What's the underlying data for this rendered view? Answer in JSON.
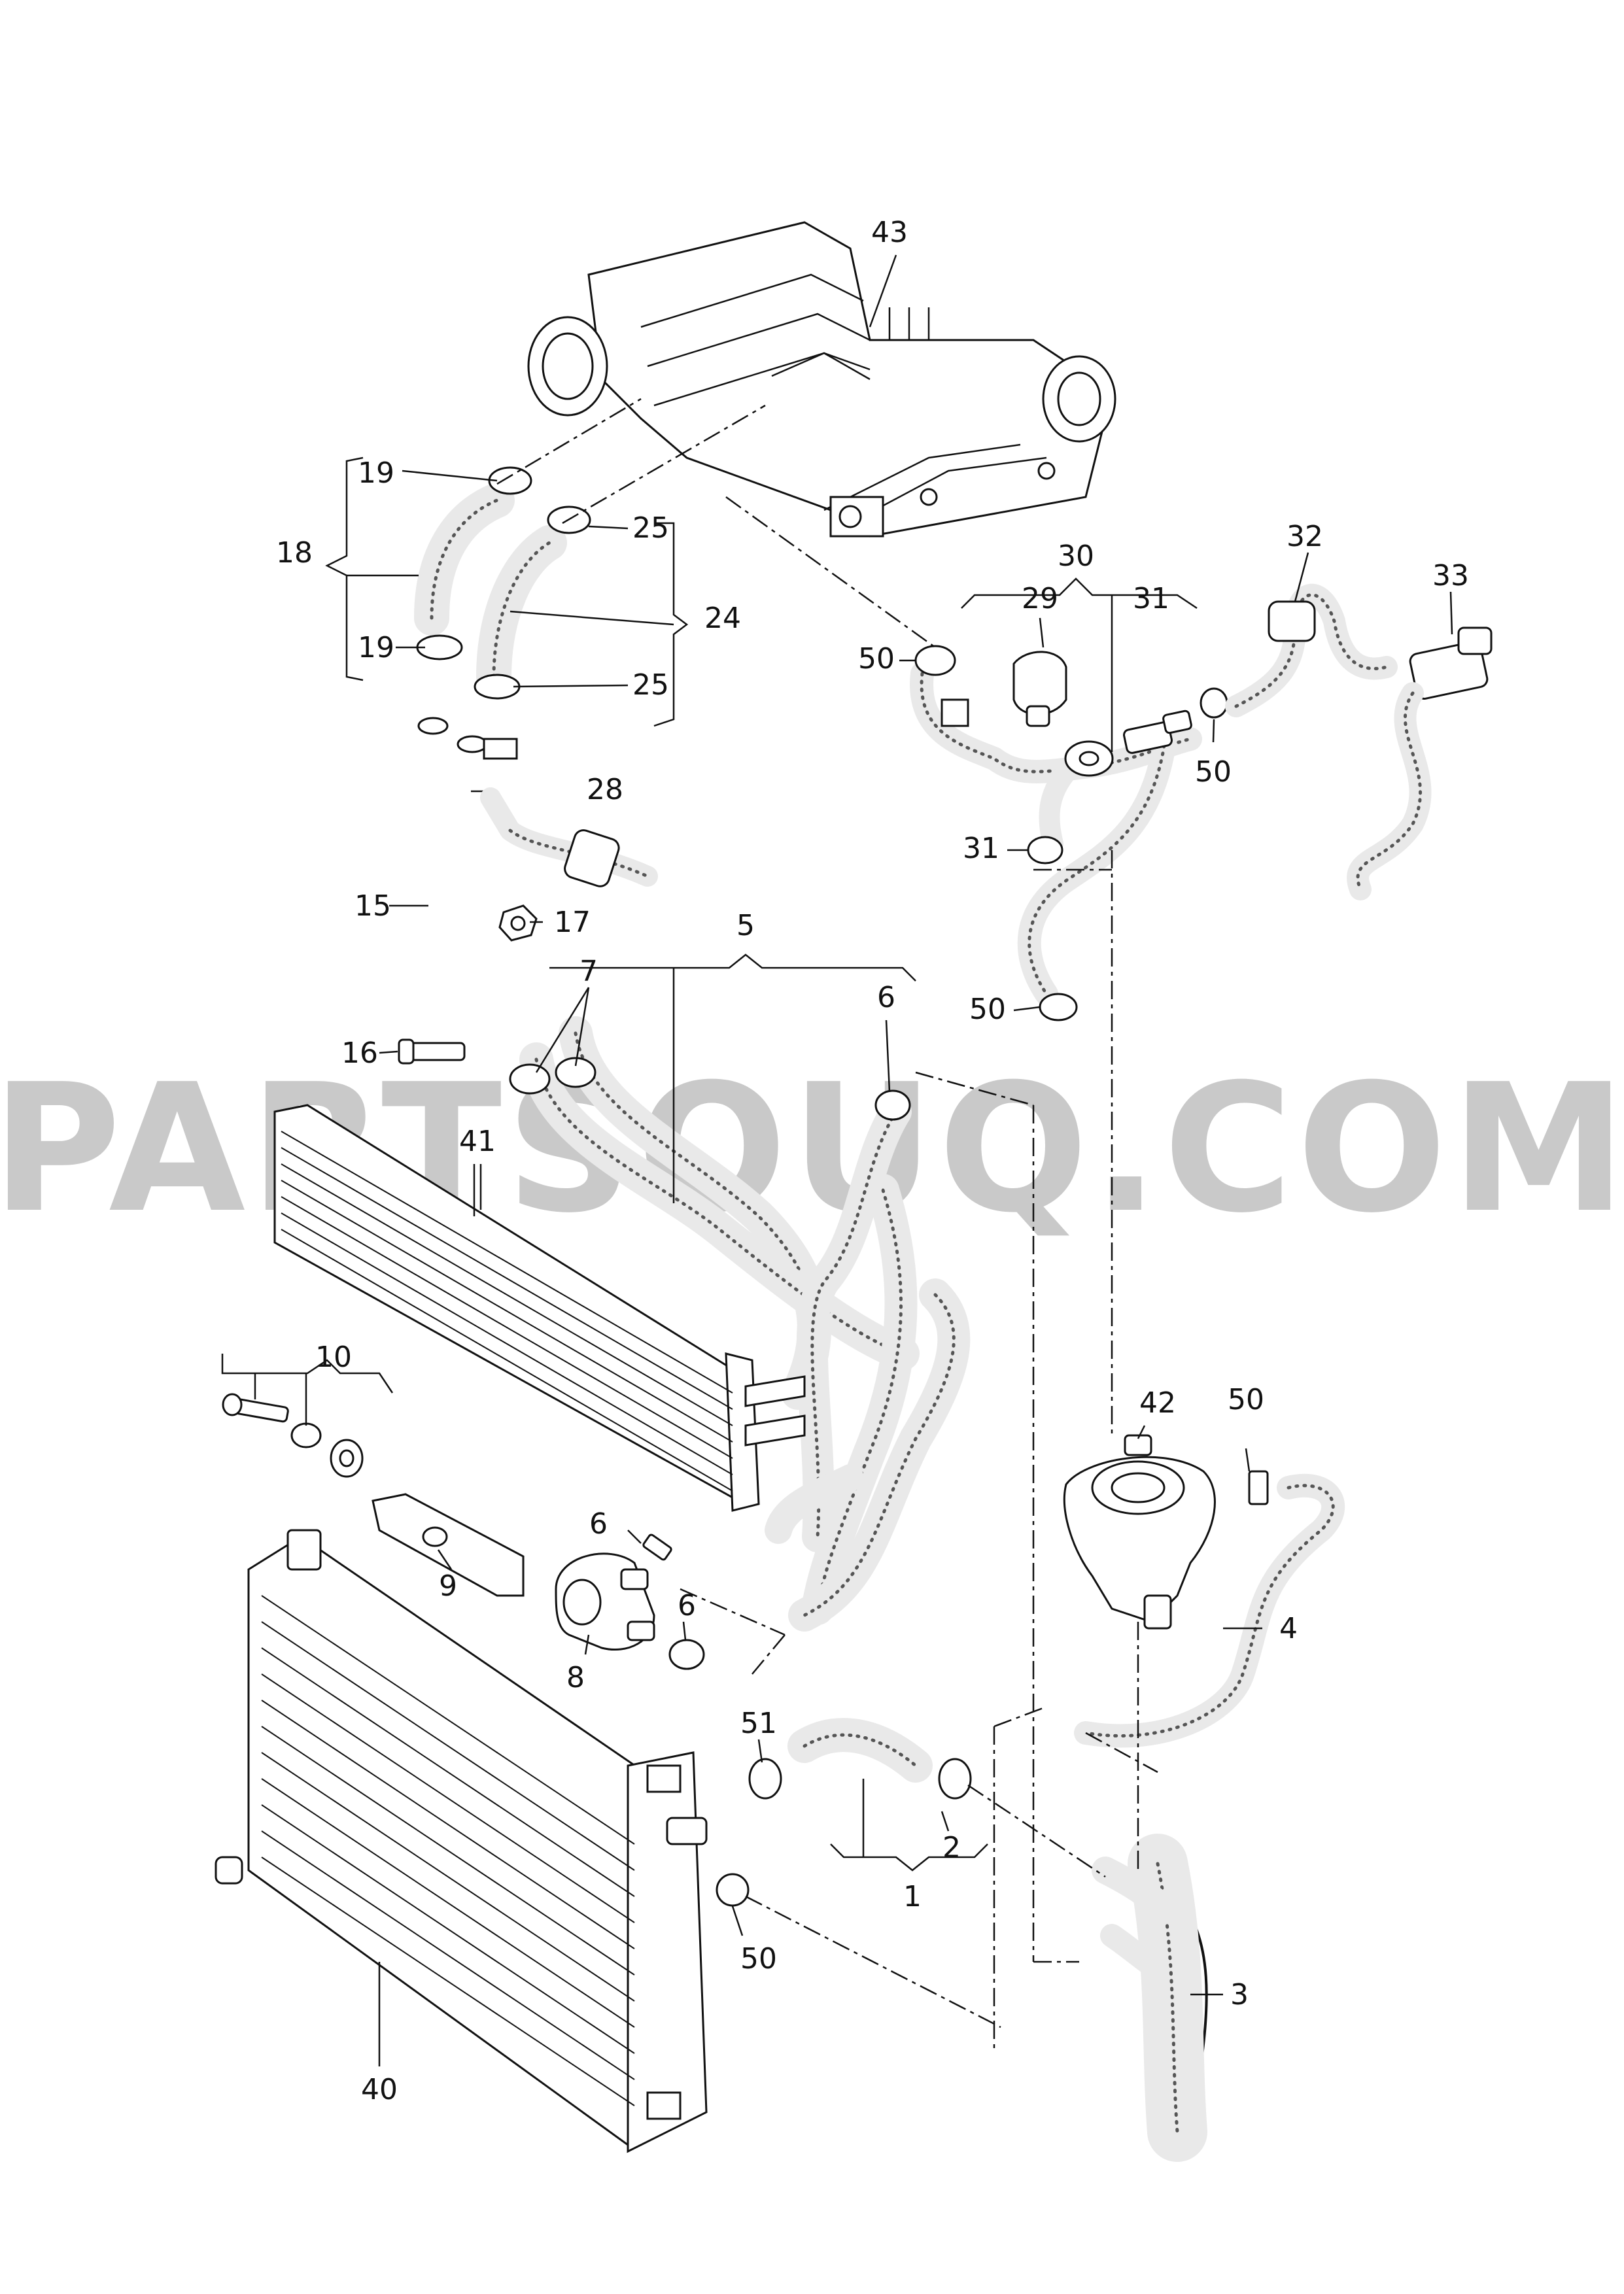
{
  "watermark": "PARTSOUQ.COM",
  "labels": {
    "p1": "1",
    "p2": "2",
    "p3": "3",
    "p4": "4",
    "p5": "5",
    "p6a": "6",
    "p6b": "6",
    "p6c": "6",
    "p7": "7",
    "p8": "8",
    "p9": "9",
    "p10": "10",
    "p15": "15",
    "p16": "16",
    "p17": "17",
    "p18": "18",
    "p19a": "19",
    "p19b": "19",
    "p24": "24",
    "p25a": "25",
    "p25b": "25",
    "p28": "28",
    "p29": "29",
    "p30": "30",
    "p31a": "31",
    "p31b": "31",
    "p32": "32",
    "p33": "33",
    "p40": "40",
    "p41": "41",
    "p42": "42",
    "p43": "43",
    "p50a": "50",
    "p50b": "50",
    "p50c": "50",
    "p50d": "50",
    "p50e": "50",
    "p51": "51"
  }
}
